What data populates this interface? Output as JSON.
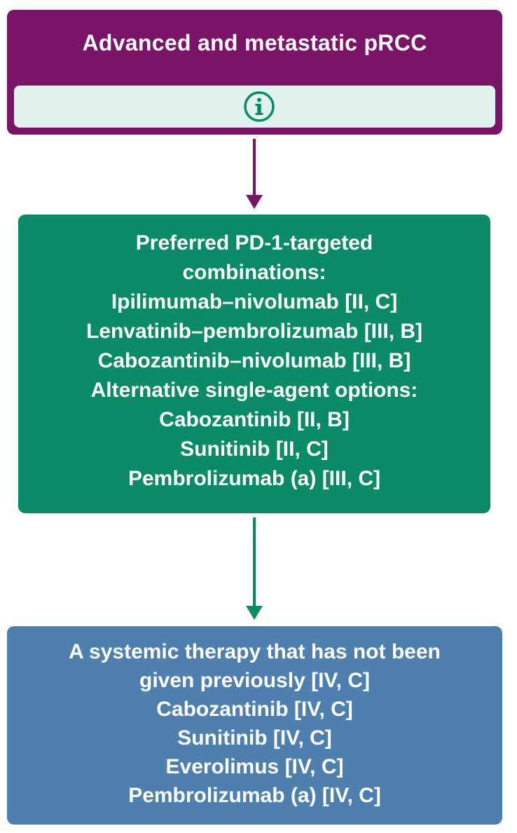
{
  "top": {
    "title": "Advanced and metastatic pRCC",
    "info_icon": "info-circle-icon"
  },
  "middle": {
    "lines": [
      "Preferred PD-1-targeted",
      "combinations:",
      "Ipilimumab–nivolumab [II, C]",
      "Lenvatinib–pembrolizumab [III, B]",
      "Cabozantinib–nivolumab [III, B]",
      "Alternative single-agent options:",
      "Cabozantinib [II, B]",
      "Sunitinib [II, C]",
      "Pembrolizumab (a) [III, C]"
    ]
  },
  "bottom": {
    "lines": [
      "A systemic therapy that has not been",
      "given previously [IV, C]",
      "Cabozantinib [IV, C]",
      "Sunitinib [IV, C]",
      "Everolimus [IV, C]",
      "Pembrolizumab (a) [IV, C]"
    ]
  },
  "colors": {
    "top_box": "#7a1467",
    "info_bar": "#e3f1ee",
    "info_icon": "#0b8a67",
    "middle_box": "#0b8a67",
    "bottom_box": "#4f7fae",
    "arrow_1": "#7a1467",
    "arrow_2": "#0b8a67"
  }
}
